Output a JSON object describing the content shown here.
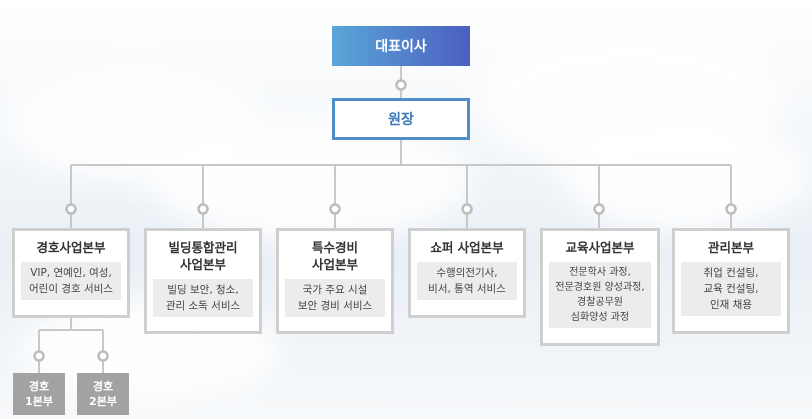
{
  "ceo": "대표이사",
  "director": "원장",
  "departments": [
    {
      "title": "경호사업본부",
      "desc": "VIP, 연예인, 여성,\n어린이 경호 서비스"
    },
    {
      "title": "빌딩통합관리\n사업본부",
      "desc": "빌딩 보안, 청소,\n관리 소독 서비스"
    },
    {
      "title": "특수경비\n사업본부",
      "desc": "국가 주요 시설\n보안 경비 서비스"
    },
    {
      "title": "쇼퍼 사업본부",
      "desc": "수행의전기사,\n비서, 통역 서비스"
    },
    {
      "title": "교육사업본부",
      "desc": "전문학사 과정,\n전문경호원 양성과정,\n경찰공무원\n심화양성 과정"
    },
    {
      "title": "관리본부",
      "desc": "취업 컨설팅,\n교육 컨설팅,\n인재 채용"
    }
  ],
  "subunits": [
    {
      "label": "경호\n1본부"
    },
    {
      "label": "경호\n2본부"
    }
  ]
}
